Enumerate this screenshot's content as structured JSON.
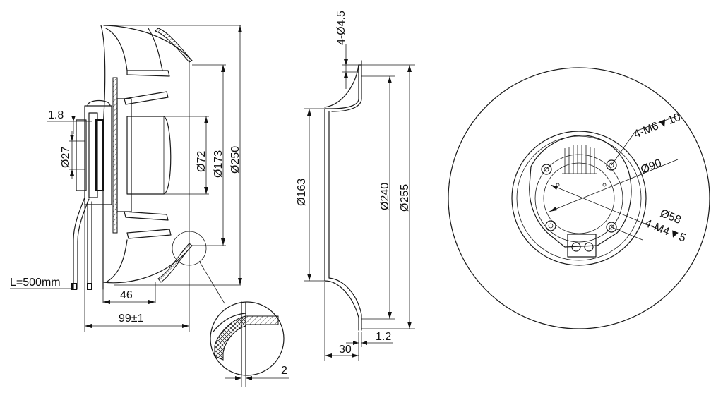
{
  "dimensions": {
    "side_view": {
      "d_1_8": "1.8",
      "d_27": "Ø27",
      "d_72": "Ø72",
      "d_173": "Ø173",
      "d_250": "Ø250",
      "d_46": "46",
      "d_99": "99±1",
      "cable": "L=500mm",
      "d_2": "2"
    },
    "section_view": {
      "holes": "4-Ø4.5",
      "d_163": "Ø163",
      "d_240": "Ø240",
      "d_255": "Ø255",
      "d_30": "30",
      "d_1_2": "1.2"
    },
    "front_view": {
      "m6": "4-M6▼10",
      "d_90": "Ø90",
      "d_58": "Ø58",
      "m4": "4-M4▼5"
    }
  }
}
